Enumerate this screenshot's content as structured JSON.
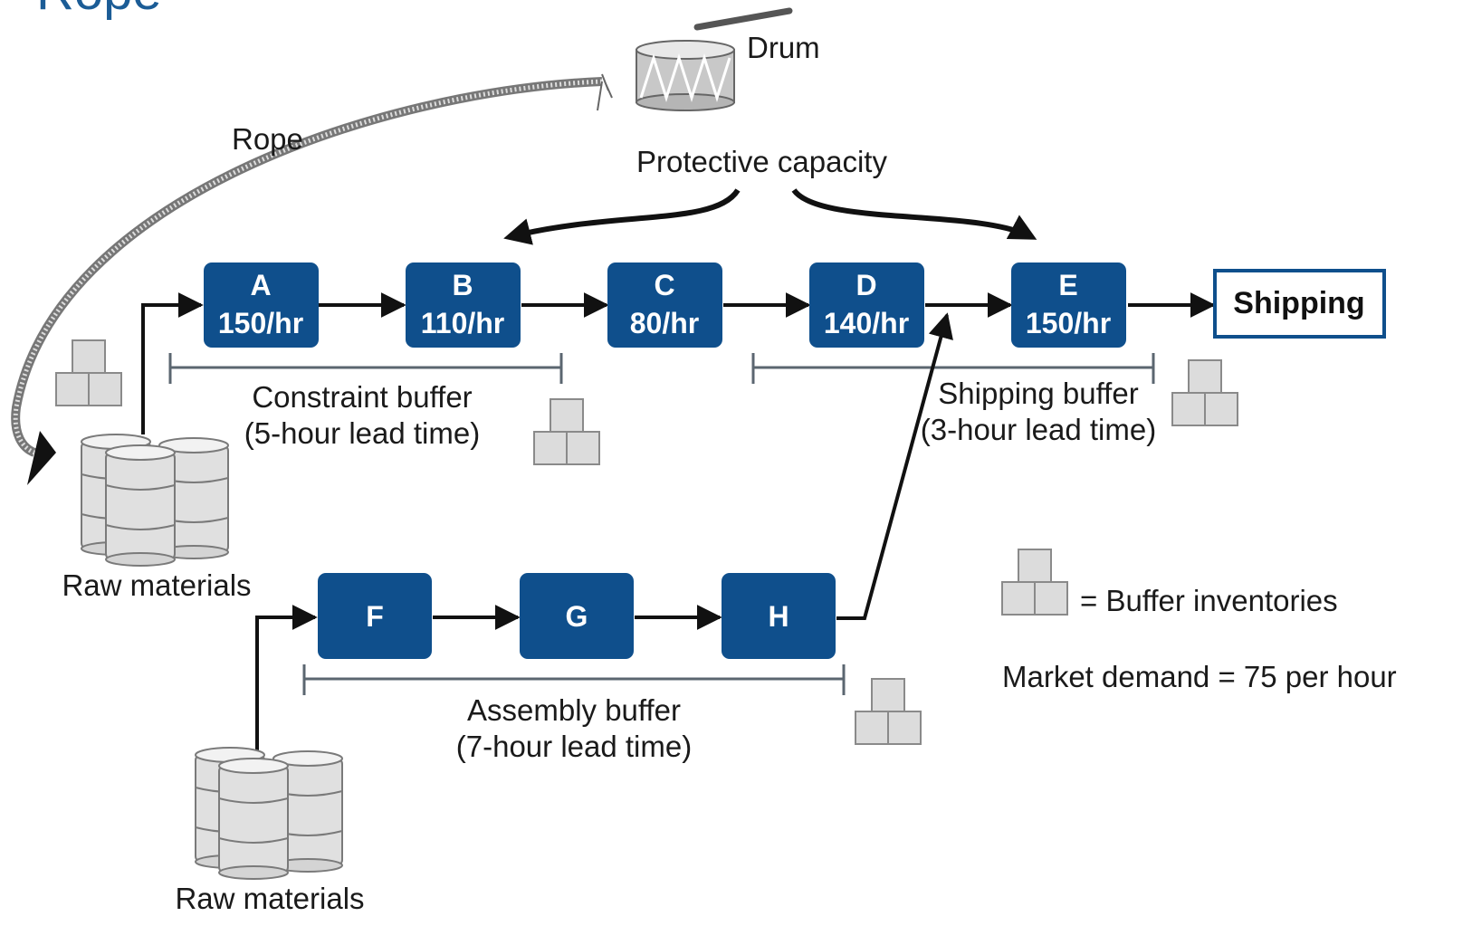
{
  "title": "Rope",
  "drum_label": "Drum",
  "rope_label": "Rope",
  "protective_capacity_label": "Protective capacity",
  "stations": [
    {
      "letter": "A",
      "rate": "150/hr"
    },
    {
      "letter": "B",
      "rate": "110/hr"
    },
    {
      "letter": "C",
      "rate": "80/hr"
    },
    {
      "letter": "D",
      "rate": "140/hr"
    },
    {
      "letter": "E",
      "rate": "150/hr"
    }
  ],
  "assembly_stations": [
    {
      "letter": "F"
    },
    {
      "letter": "G"
    },
    {
      "letter": "H"
    }
  ],
  "shipping_label": "Shipping",
  "constraint_buffer": {
    "line1": "Constraint buffer",
    "line2": "(5-hour lead time)"
  },
  "shipping_buffer": {
    "line1": "Shipping buffer",
    "line2": "(3-hour lead time)"
  },
  "assembly_buffer": {
    "line1": "Assembly buffer",
    "line2": "(7-hour lead time)"
  },
  "raw_materials_top": "Raw materials",
  "raw_materials_bottom": "Raw materials",
  "legend_buffer": "= Buffer inventories",
  "market_demand": "Market demand = 75 per hour",
  "colors": {
    "box": "#0f4f8c",
    "title": "#1b5c96",
    "inventory": "#dcdcdc",
    "barrel": "#e0e0e0"
  }
}
